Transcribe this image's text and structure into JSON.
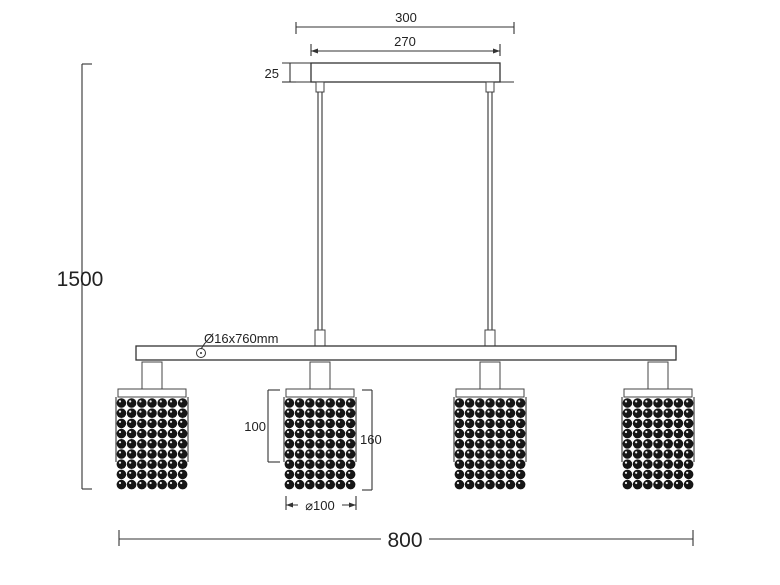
{
  "dimensions": {
    "canopy_outer_width": "300",
    "canopy_inner_width": "270",
    "canopy_height": "25",
    "overall_height": "1500",
    "bar_spec": "Ø16x760mm",
    "shade_body_height": "100",
    "shade_total_height": "160",
    "shade_diameter": "⌀100",
    "overall_width": "800"
  },
  "lamp_count": 4,
  "colors": {
    "line": "#333333",
    "bead": "#161616",
    "background": "#ffffff"
  }
}
